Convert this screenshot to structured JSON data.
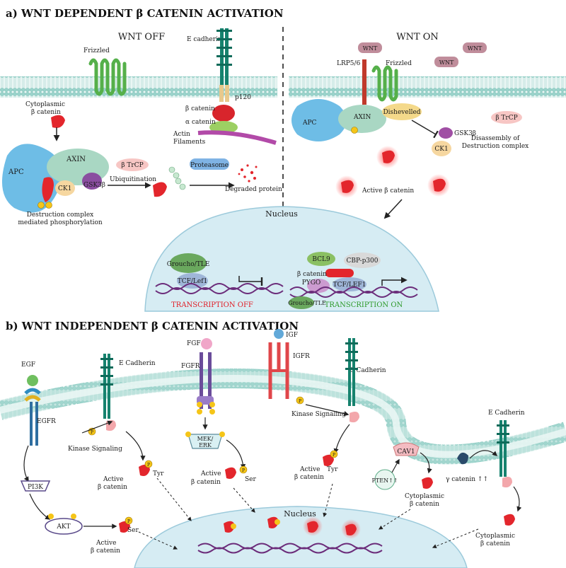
{
  "panel_a": {
    "heading": "a)  WNT DEPENDENT β CATENIN ACTIVATION",
    "wnt_off": {
      "title": "WNT OFF",
      "frizzled": "Frizzled",
      "e_cadherin": "E cadherin",
      "p120": "p120",
      "beta_catenin": "β catenin",
      "alpha_catenin": "α catenin",
      "actin_1": "Actin",
      "actin_2": "Filaments",
      "cyto_1": "Cytoplasmic",
      "cyto_2": "β catenin",
      "apc": "APC",
      "axin": "AXIN",
      "ck1": "CK1",
      "gsk3b": "GSK3β",
      "btrcp": "β TrCP",
      "ubiquitination": "Ubiquitination",
      "proteasome": "Proteasome",
      "degraded": "Degraded protein",
      "dc_1": "Destruction complex",
      "dc_2": "mediated phosphorylation",
      "groucho": "Groucho/TLE",
      "tcf": "TCF/Lef1",
      "transcription_off": "TRANSCRIPTION OFF"
    },
    "wnt_on": {
      "title": "WNT ON",
      "wnt": "WNT",
      "lrp": "LRP5/6",
      "frizzled": "Frizzled",
      "apc": "APC",
      "axin": "AXIN",
      "dishevelled": "Dishevelled",
      "btrcp": "β TrCP",
      "gsk3b": "GSK3β",
      "ck1": "CK1",
      "disassembly_1": "Disassembly of",
      "disassembly_2": "Destruction complex",
      "active_bc": "Active β catenin",
      "nucleus": "Nucleus",
      "bcl9": "BCL9",
      "cbp": "CBP-p300",
      "beta_catenin": "β catenin",
      "pygo": "PYGO",
      "tcf": "TCF/LEF1",
      "groucho": "Groucho/TLE",
      "transcription_on": "TRANSCRIPTION ON"
    }
  },
  "panel_b": {
    "heading": "b)  WNT INDEPENDENT β CATENIN ACTIVATION",
    "egf": "EGF",
    "egfr": "EGFR",
    "e_cadherin_1": "E Cadherin",
    "kinase_1": "Kinase Signaling",
    "pi3k": "PI3K",
    "akt": "AKT",
    "active_1": "Active",
    "bc_1": "β catenin",
    "tyr_1": "Tyr",
    "active_2": "Active",
    "bc_2": "β catenin",
    "ser_1": "Ser",
    "fgf": "FGF",
    "fgfr": "FGFR",
    "mek_1": "MEK/",
    "mek_2": "ERK",
    "active_3": "Active",
    "bc_3": "β catenin",
    "ser_2": "Ser",
    "igf": "IGF",
    "igfr": "IGFR",
    "kinase_2": "Kinase Signaling",
    "e_cadherin_2": "E Cadherin",
    "active_4": "Active",
    "bc_4": "β catenin",
    "tyr_2": "Tyr",
    "nucleus": "Nucleus",
    "cav1": "CAV1",
    "pten": "PTEN↑↑",
    "gamma": "γ catenin ↑↑",
    "e_cadherin_3": "E Cadherin",
    "cyto_1a": "Cytoplasmic",
    "cyto_1b": "β catenin",
    "cyto_2a": "Cytoplasmic",
    "cyto_2b": "β catenin"
  },
  "colors": {
    "membrane": "#a8d9d2",
    "nucleus": "#d6ecf3",
    "beta_catenin": "#e3262c",
    "phospho": "#f5c518",
    "dna": "#6b2c7a",
    "frizzled": "#55b04a",
    "cadherin": "#16826e"
  },
  "p_label": "P"
}
